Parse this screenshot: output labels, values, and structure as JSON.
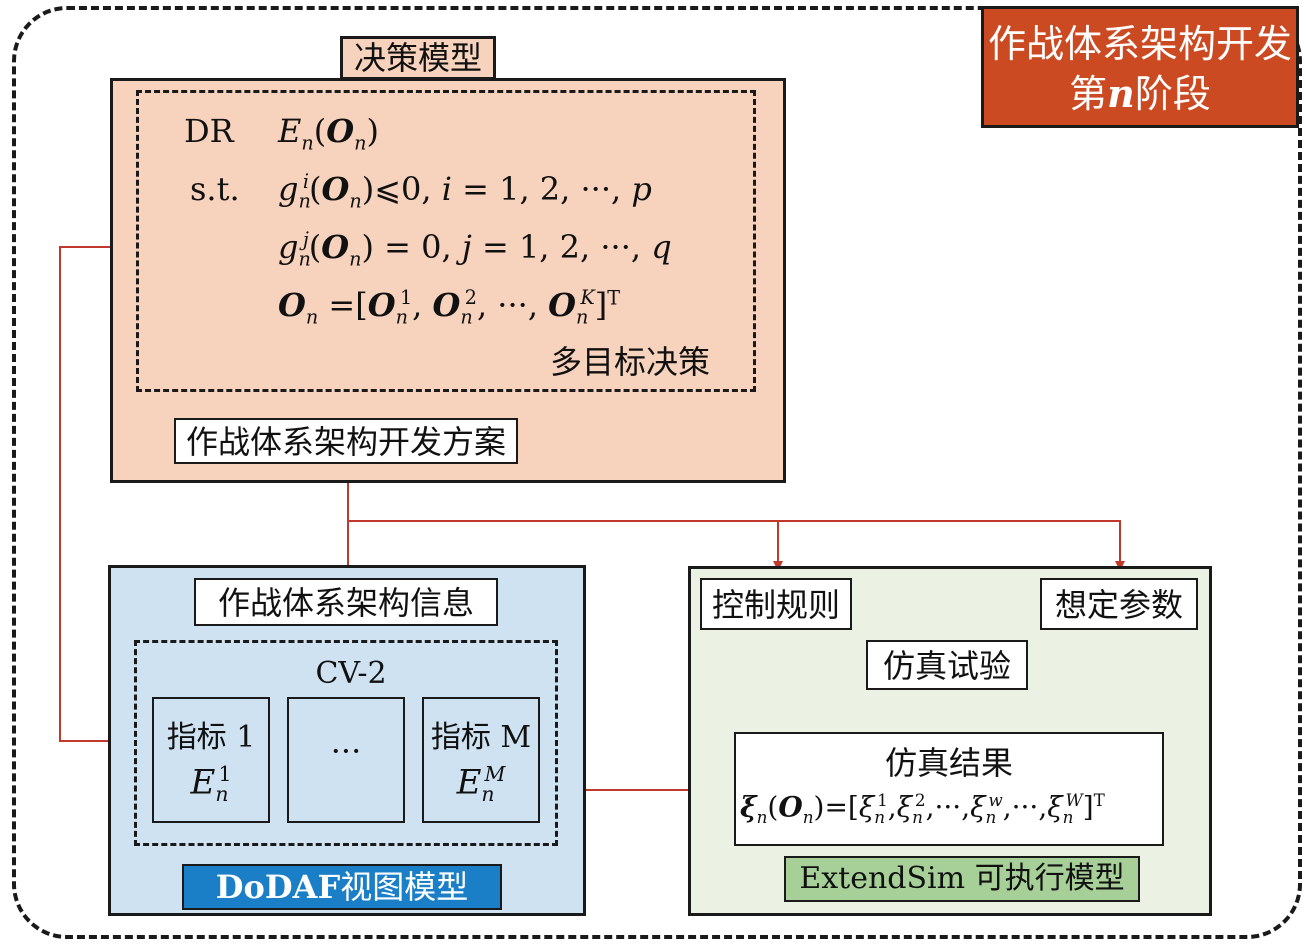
{
  "stage": {
    "line1": "作战体系架构开发",
    "line2_pre": "第",
    "line2_n": "n",
    "line2_post": "阶段"
  },
  "decision_model": {
    "title": "决策模型",
    "dr_label": "DR",
    "st_label": "s.t.",
    "caption": "多目标决策",
    "output_label": "作战体系架构开发方案"
  },
  "dodaf": {
    "info_label": "作战体系架构信息",
    "cv_label": "CV-2",
    "metric1": {
      "name": "指标 1",
      "sym": "E",
      "sub": "n",
      "sup": "1"
    },
    "ellipsis": "···",
    "metricM": {
      "name": "指标 M",
      "sym": "E",
      "sub": "n",
      "sup": "M"
    },
    "caption_bold": "DoDAF",
    "caption_rest": "视图模型",
    "accent": "#1a7fc6"
  },
  "extendsim": {
    "control_rules": "控制规则",
    "scenario_params": "想定参数",
    "experiment": "仿真试验",
    "results": "仿真结果",
    "caption": "ExtendSim 可执行模型",
    "accent": "#a7cf98"
  },
  "arrow_color": "#c0392b"
}
